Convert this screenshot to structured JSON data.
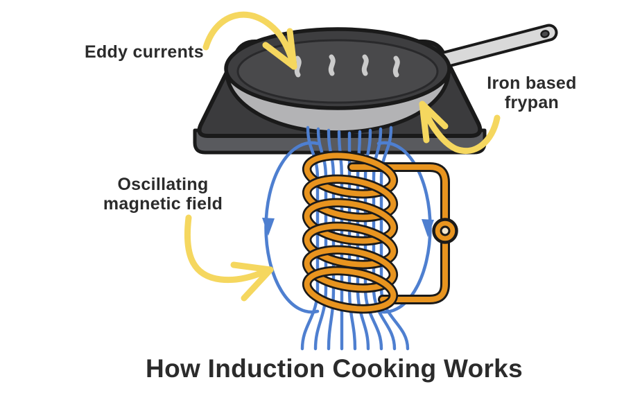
{
  "title": "How Induction Cooking Works",
  "labels": {
    "eddy": "Eddy currents",
    "iron_line1": "Iron based",
    "iron_line2": "frypan",
    "oscillating_line1": "Oscillating",
    "oscillating_line2": "magnetic field"
  },
  "figure": {
    "type": "illustrated physics diagram",
    "components": [
      "induction cooktop slab",
      "iron based frypan with handle and steam",
      "induction coil connected to circuit with node",
      "oscillating magnetic field lines with direction arrowheads",
      "hand-drawn yellow annotation arrows"
    ],
    "steam_wisp_count": 4,
    "coil_turns": 6,
    "field_line_count": 9
  },
  "colors": {
    "background": "#ffffff",
    "text": "#2b2b2b",
    "cooktop-top": "#3b3b3d",
    "cooktop-side": "#595a5e",
    "outline": "#1a1a1a",
    "pan-interior": "#49494b",
    "pan-rim": "#3e3e40",
    "pan-wall": "#b3b3b5",
    "handle": "#d9d9d9",
    "steam": "#cbcbcb",
    "field-blue": "#4e7fd0",
    "coil-orange": "#e8941f",
    "node-center": "#f3e7ce",
    "arrow-yellow": "#f5d75f"
  }
}
